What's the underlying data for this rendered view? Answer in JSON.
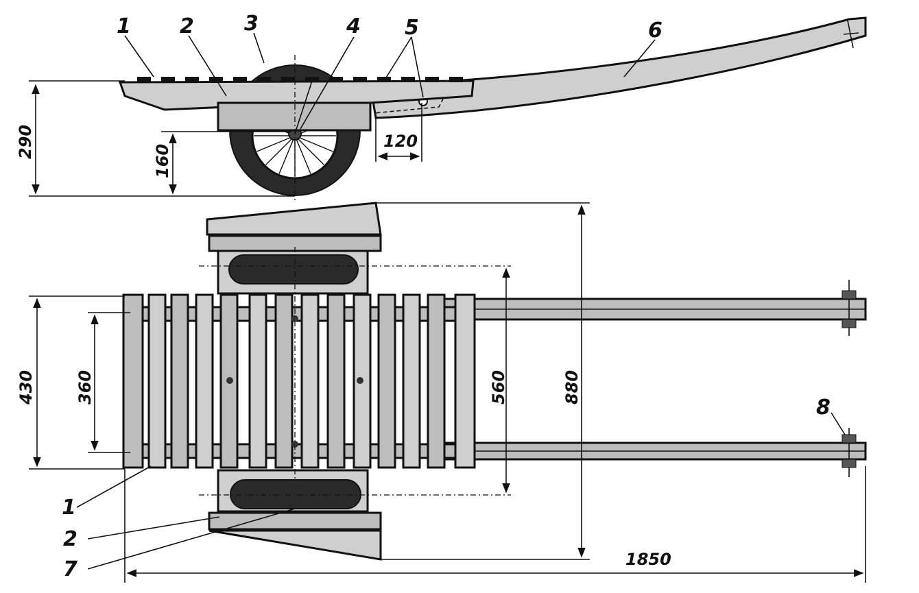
{
  "callouts": {
    "c1": "1",
    "c2": "2",
    "c3": "3",
    "c4": "4",
    "c5": "5",
    "c6": "6",
    "c1b": "1",
    "c2b": "2",
    "c7": "7",
    "c8": "8"
  },
  "dimensions": {
    "d290": "290",
    "d160": "160",
    "d120": "120",
    "d430": "430",
    "d360": "360",
    "d560": "560",
    "d880": "880",
    "d1850": "1850"
  }
}
